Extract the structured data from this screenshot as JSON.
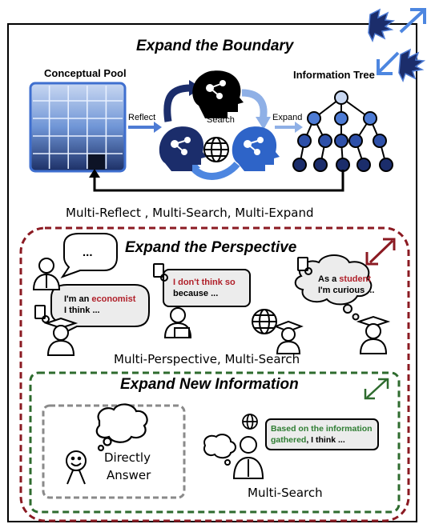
{
  "sections": {
    "boundary": {
      "title": "Expand the Boundary",
      "pool_label": "Conceptual Pool",
      "tree_label": "Information Tree",
      "reflect_label": "Reflect",
      "search_label": "Search",
      "expand_label": "Expand",
      "caption": "Multi-Reflect , Multi-Search, Multi-Expand"
    },
    "perspective": {
      "title": "Expand the Perspective",
      "ellipsis": "...",
      "economist_pre": "I'm an ",
      "economist_word": "economist",
      "economist_post": "I think ...",
      "disagree_line1": "I don't think so",
      "disagree_line2": "because ...",
      "student_pre": "As a ",
      "student_word": "student",
      "student_post": "I'm curious ...",
      "caption": "Multi-Perspective, Multi-Search"
    },
    "new_info": {
      "title": "Expand New Information",
      "direct_line1": "Directly",
      "direct_line2": "Answer",
      "based_line1": "Based on the information",
      "based_word": "gathered",
      "based_post": ", I think ...",
      "caption": "Multi-Search"
    }
  },
  "colors": {
    "dark_red": "#8b1a22",
    "dark_green": "#2e6b2e",
    "blue": "#2e64c8",
    "navy": "#1b2d6b"
  }
}
